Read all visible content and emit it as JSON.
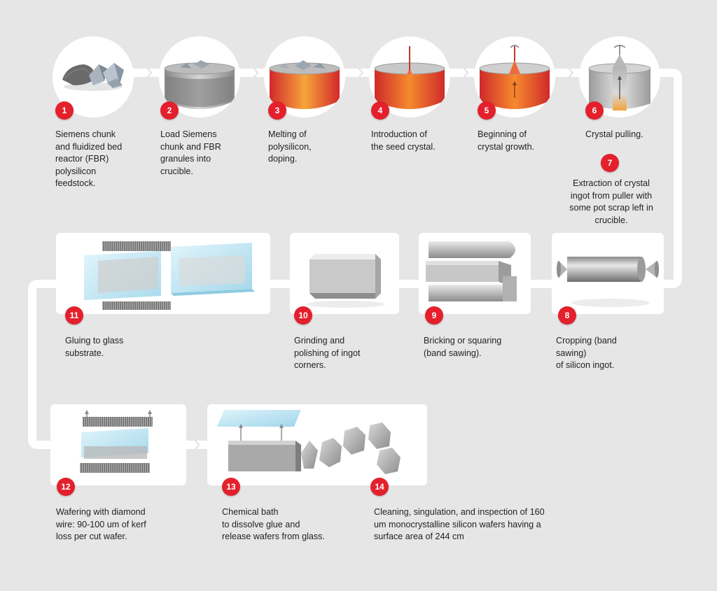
{
  "colors": {
    "background": "#e6e6e6",
    "connector": "#ffffff",
    "badge": "#e3202c",
    "text": "#222222",
    "melt": "#e8512a",
    "glass": "#bfe6f2"
  },
  "steps": [
    {
      "number": "1",
      "label": "Siemens chunk\nand fluidized bed\nreactor (FBR)\npolysilicon\nfeedstock."
    },
    {
      "number": "2",
      "label": "Load Siemens\nchunk and FBR\ngranules into\ncrucible."
    },
    {
      "number": "3",
      "label": "Melting of\npolysilicon,\ndoping."
    },
    {
      "number": "4",
      "label": "Introduction of\nthe seed crystal."
    },
    {
      "number": "5",
      "label": "Beginning of\ncrystal growth."
    },
    {
      "number": "6",
      "label": "Crystal pulling."
    },
    {
      "number": "7",
      "label": "Extraction of crystal\ningot from puller with\nsome pot scrap left in\ncrucible."
    },
    {
      "number": "8",
      "label": "Cropping (band\nsawing)\nof silicon ingot."
    },
    {
      "number": "9",
      "label": "Bricking or squaring\n(band sawing)."
    },
    {
      "number": "10",
      "label": "Grinding and\npolishing of ingot\ncorners."
    },
    {
      "number": "11",
      "label": "Gluing to glass\nsubstrate."
    },
    {
      "number": "12",
      "label": "Wafering with diamond\nwire: 90-100 um of kerf\nloss per cut wafer."
    },
    {
      "number": "13",
      "label": "Chemical bath\nto dissolve glue and\nrelease wafers from glass."
    },
    {
      "number": "14",
      "label": "Cleaning, singulation, and inspection of 160\num monocrystalline silicon wafers having a\nsurface area of 244 cm"
    }
  ]
}
